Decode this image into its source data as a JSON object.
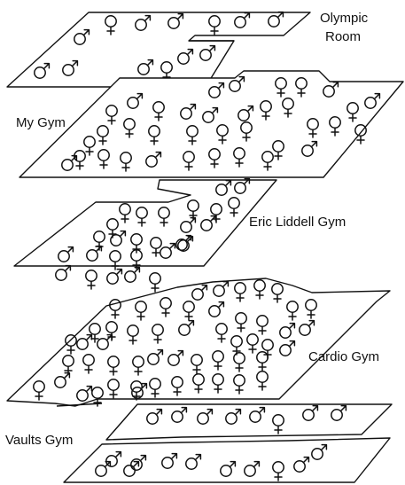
{
  "palette": {
    "line": "#111111",
    "background": "#ffffff"
  },
  "floors": [
    {
      "id": "olympic-room",
      "label_lines": [
        "Olympic",
        "Room"
      ]
    },
    {
      "id": "my-gym",
      "label_lines": [
        "My Gym"
      ]
    },
    {
      "id": "eric-liddell-gym",
      "label_lines": [
        "Eric Liddell Gym"
      ]
    },
    {
      "id": "cardio-gym",
      "label_lines": [
        "Cardio Gym"
      ]
    },
    {
      "id": "vaults-gym",
      "label_lines": [
        "Vaults Gym"
      ]
    }
  ]
}
